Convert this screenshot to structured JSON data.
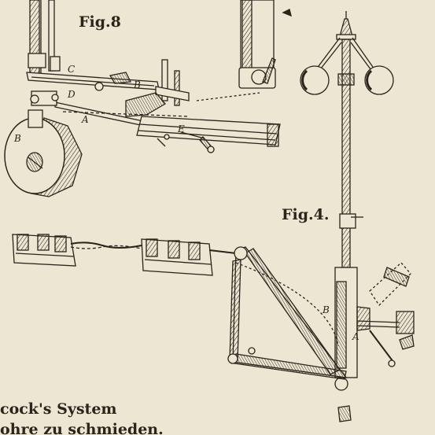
{
  "figures": {
    "fig8_title": "Fig.8",
    "fig4_title": "Fig.4."
  },
  "part_letters": {
    "c": "C",
    "b_arm": "B",
    "d": "D",
    "a_link": "A",
    "b_wheel": "B",
    "e": "E",
    "b_fig4": "B",
    "a_fig4": "A"
  },
  "caption": {
    "line1": "cock's System",
    "line2": "ohre zu schmieden."
  },
  "colors": {
    "paper": "#ece6d2",
    "ink": "#2a241c"
  }
}
